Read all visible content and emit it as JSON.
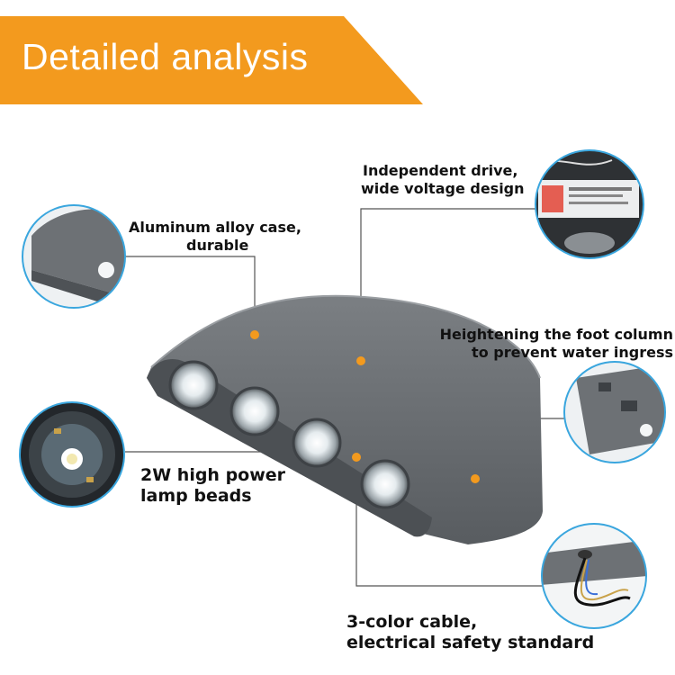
{
  "banner": {
    "title": "Detailed analysis",
    "color": "#f39a1e"
  },
  "product": {
    "body_color": "#6b6f73",
    "marker_color": "#f39a1e",
    "circle_border_color": "#3aa6de"
  },
  "callouts": [
    {
      "id": "case",
      "lines": [
        "Aluminum alloy case,",
        "durable"
      ],
      "icon": "case-closeup-icon"
    },
    {
      "id": "drive",
      "lines": [
        "Independent drive,",
        "wide voltage design"
      ],
      "icon": "driver-closeup-icon"
    },
    {
      "id": "foot",
      "lines": [
        "Heightening the foot column",
        "to prevent water ingress"
      ],
      "icon": "foot-column-closeup-icon"
    },
    {
      "id": "beads",
      "lines": [
        "2W high power",
        "lamp beads"
      ],
      "icon": "lamp-bead-closeup-icon"
    },
    {
      "id": "cable",
      "lines": [
        "3-color cable,",
        "electrical safety standard"
      ],
      "icon": "cable-closeup-icon"
    }
  ]
}
